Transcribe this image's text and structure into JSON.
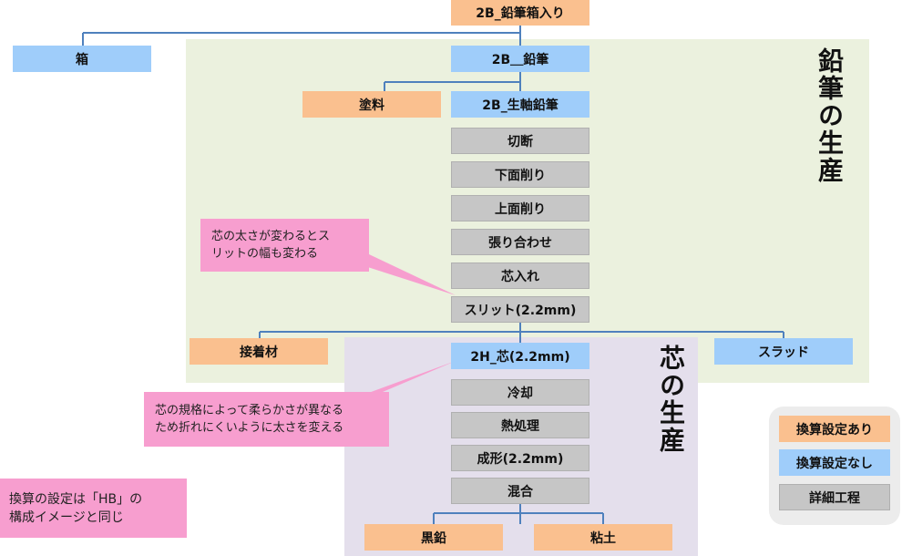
{
  "regions": {
    "pencil_title": "鉛筆の生産",
    "lead_title": "芯の生産"
  },
  "nodes": {
    "top": "2B_鉛筆箱入り",
    "box": "箱",
    "pencil": "2B＿鉛筆",
    "paint": "塗料",
    "raw_pencil": "2B_生軸鉛筆",
    "adhesive": "接着材",
    "slat": "スラッド",
    "lead": "2H_芯(2.2mm)",
    "graphite": "黒鉛",
    "clay": "粘土"
  },
  "pencil_steps": [
    "切断",
    "下面削り",
    "上面削り",
    "張り合わせ",
    "芯入れ",
    "スリット(2.2mm)"
  ],
  "lead_steps": [
    "冷却",
    "熱処理",
    "成形(2.2mm)",
    "混合"
  ],
  "callouts": {
    "slit_note": [
      "芯の太さが変わるとス",
      "リットの幅も変わる"
    ],
    "lead_note": [
      "芯の規格によって柔らかさが異なる",
      "ため折れにくいように太さを変える"
    ]
  },
  "note": [
    "換算の設定は「HB」の",
    "構成イメージと同じ"
  ],
  "legend": {
    "with_conversion": "換算設定あり",
    "without_conversion": "換算設定なし",
    "detail_process": "詳細工程"
  },
  "colors": {
    "orange": "#fac08f",
    "blue": "#9fcdfa",
    "gray": "#c6c6c6",
    "pink": "#f79ecf",
    "pencil_region": "#ebf1de",
    "lead_region": "#e4dfec",
    "line": "#4f81bd"
  }
}
